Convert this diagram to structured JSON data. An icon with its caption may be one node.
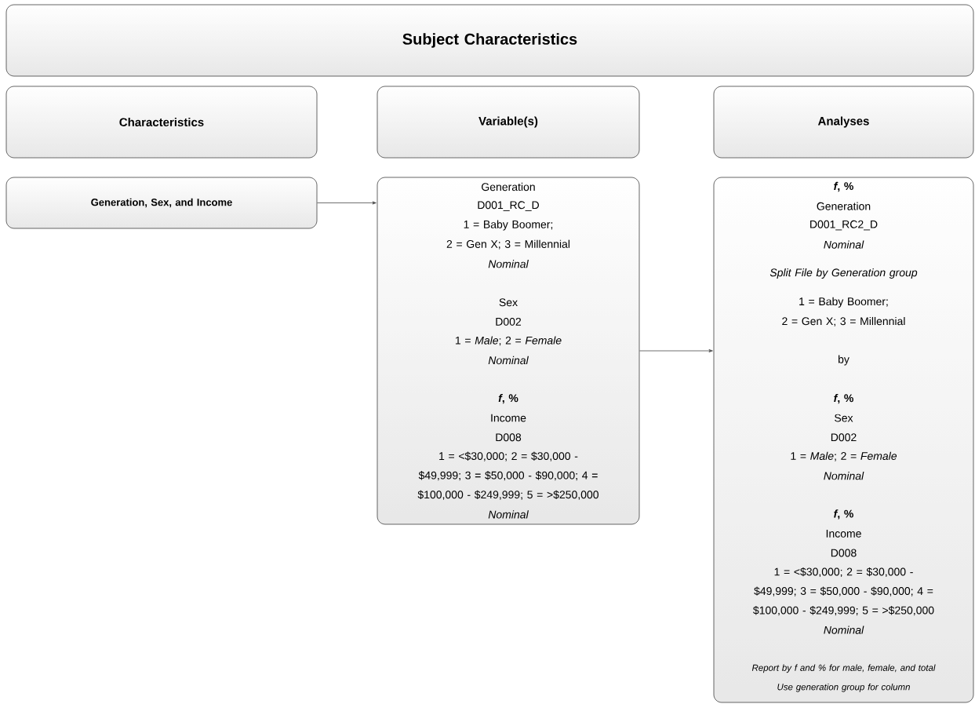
{
  "diagram": {
    "nodes": [
      {
        "text": [
          "Subject Characteristics"
        ]
      },
      {
        "text": [
          "Characteristics"
        ]
      },
      {
        "text": [
          "Variable(s)"
        ]
      },
      {
        "text": [
          "Analyses"
        ]
      },
      {
        "text": [
          "Generation, Sex, and Income"
        ]
      },
      {
        "text": [
          "Generation",
          "D001_RC_D",
          "1 = Baby Boomer;",
          "2 = Gen X; 3 = Millennial",
          "Nominal",
          "Sex",
          "D002",
          "1 = *Male*; 2 = *Female*",
          "Nominal",
          "*f*, %",
          "Income",
          "D008",
          "1 = <$30,000; 2 = $30,000 - $49,999; 3 = $50,000 - $90,000; 4 = $100,000 - $249,999; 5 = >$250,000",
          "Nominal"
        ]
      },
      {
        "text": [
          "*f*, %",
          "Generation",
          "D001_RC2_D",
          "Nominal",
          "Split File by Generation group",
          "1 = Baby Boomer;",
          "2 = Gen X; 3 = Millennial",
          "by",
          "*f*, %",
          "Sex",
          "D002",
          "1 = *Male*; 2 = *Female*",
          "Nominal",
          "*f*, %",
          "Income",
          "D008",
          "1 = <$30,000; 2 = $30,000 - $49,999; 3 = $50,000 - $90,000; 4 = $100,000 - $249,999; 5 = >$250,000",
          "Nominal",
          "Report by f and % for male, female, and total",
          "Use generation group for column"
        ]
      }
    ],
    "edges": [
      {
        "from": 4,
        "to": 5,
        "arrow": "to"
      },
      {
        "from": 5,
        "to": 6,
        "arrow": "to"
      }
    ]
  }
}
